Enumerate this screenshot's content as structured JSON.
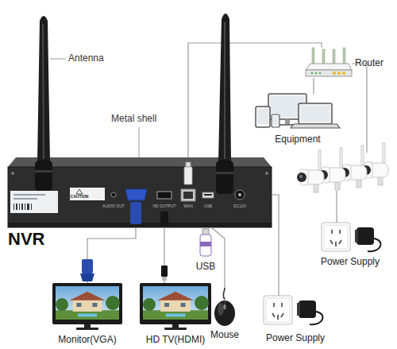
{
  "diagram": {
    "nodes": [
      {
        "text": [
          "Router"
        ]
      },
      {
        "text": [
          "Equipment"
        ]
      },
      {
        "text": [
          "NVR"
        ]
      },
      {
        "text": [
          "Power Supply"
        ]
      },
      {
        "text": [
          "USB"
        ]
      },
      {
        "text": [
          "Monitor(VGA)"
        ]
      },
      {
        "text": [
          "HD TV(HDMI)"
        ]
      },
      {
        "text": [
          "Mouse"
        ]
      },
      {
        "text": [
          "Power Supply"
        ]
      }
    ],
    "edges": [
      {
        "from": 2,
        "to": 0,
        "arrow": "none"
      },
      {
        "from": 0,
        "to": 1,
        "arrow": "none"
      },
      {
        "from": 2,
        "to": 5,
        "arrow": "none"
      },
      {
        "from": 2,
        "to": 6,
        "arrow": "none"
      },
      {
        "from": 2,
        "to": 4,
        "arrow": "none"
      },
      {
        "from": 2,
        "to": 7,
        "arrow": "none"
      },
      {
        "from": 2,
        "to": 8,
        "arrow": "none"
      }
    ],
    "labels": [
      "Antenna",
      "Metal shell",
      "CAUTION",
      "AUDIO OUT",
      "HD OUTPUT",
      "WAN",
      "USB",
      "DC12V"
    ]
  }
}
